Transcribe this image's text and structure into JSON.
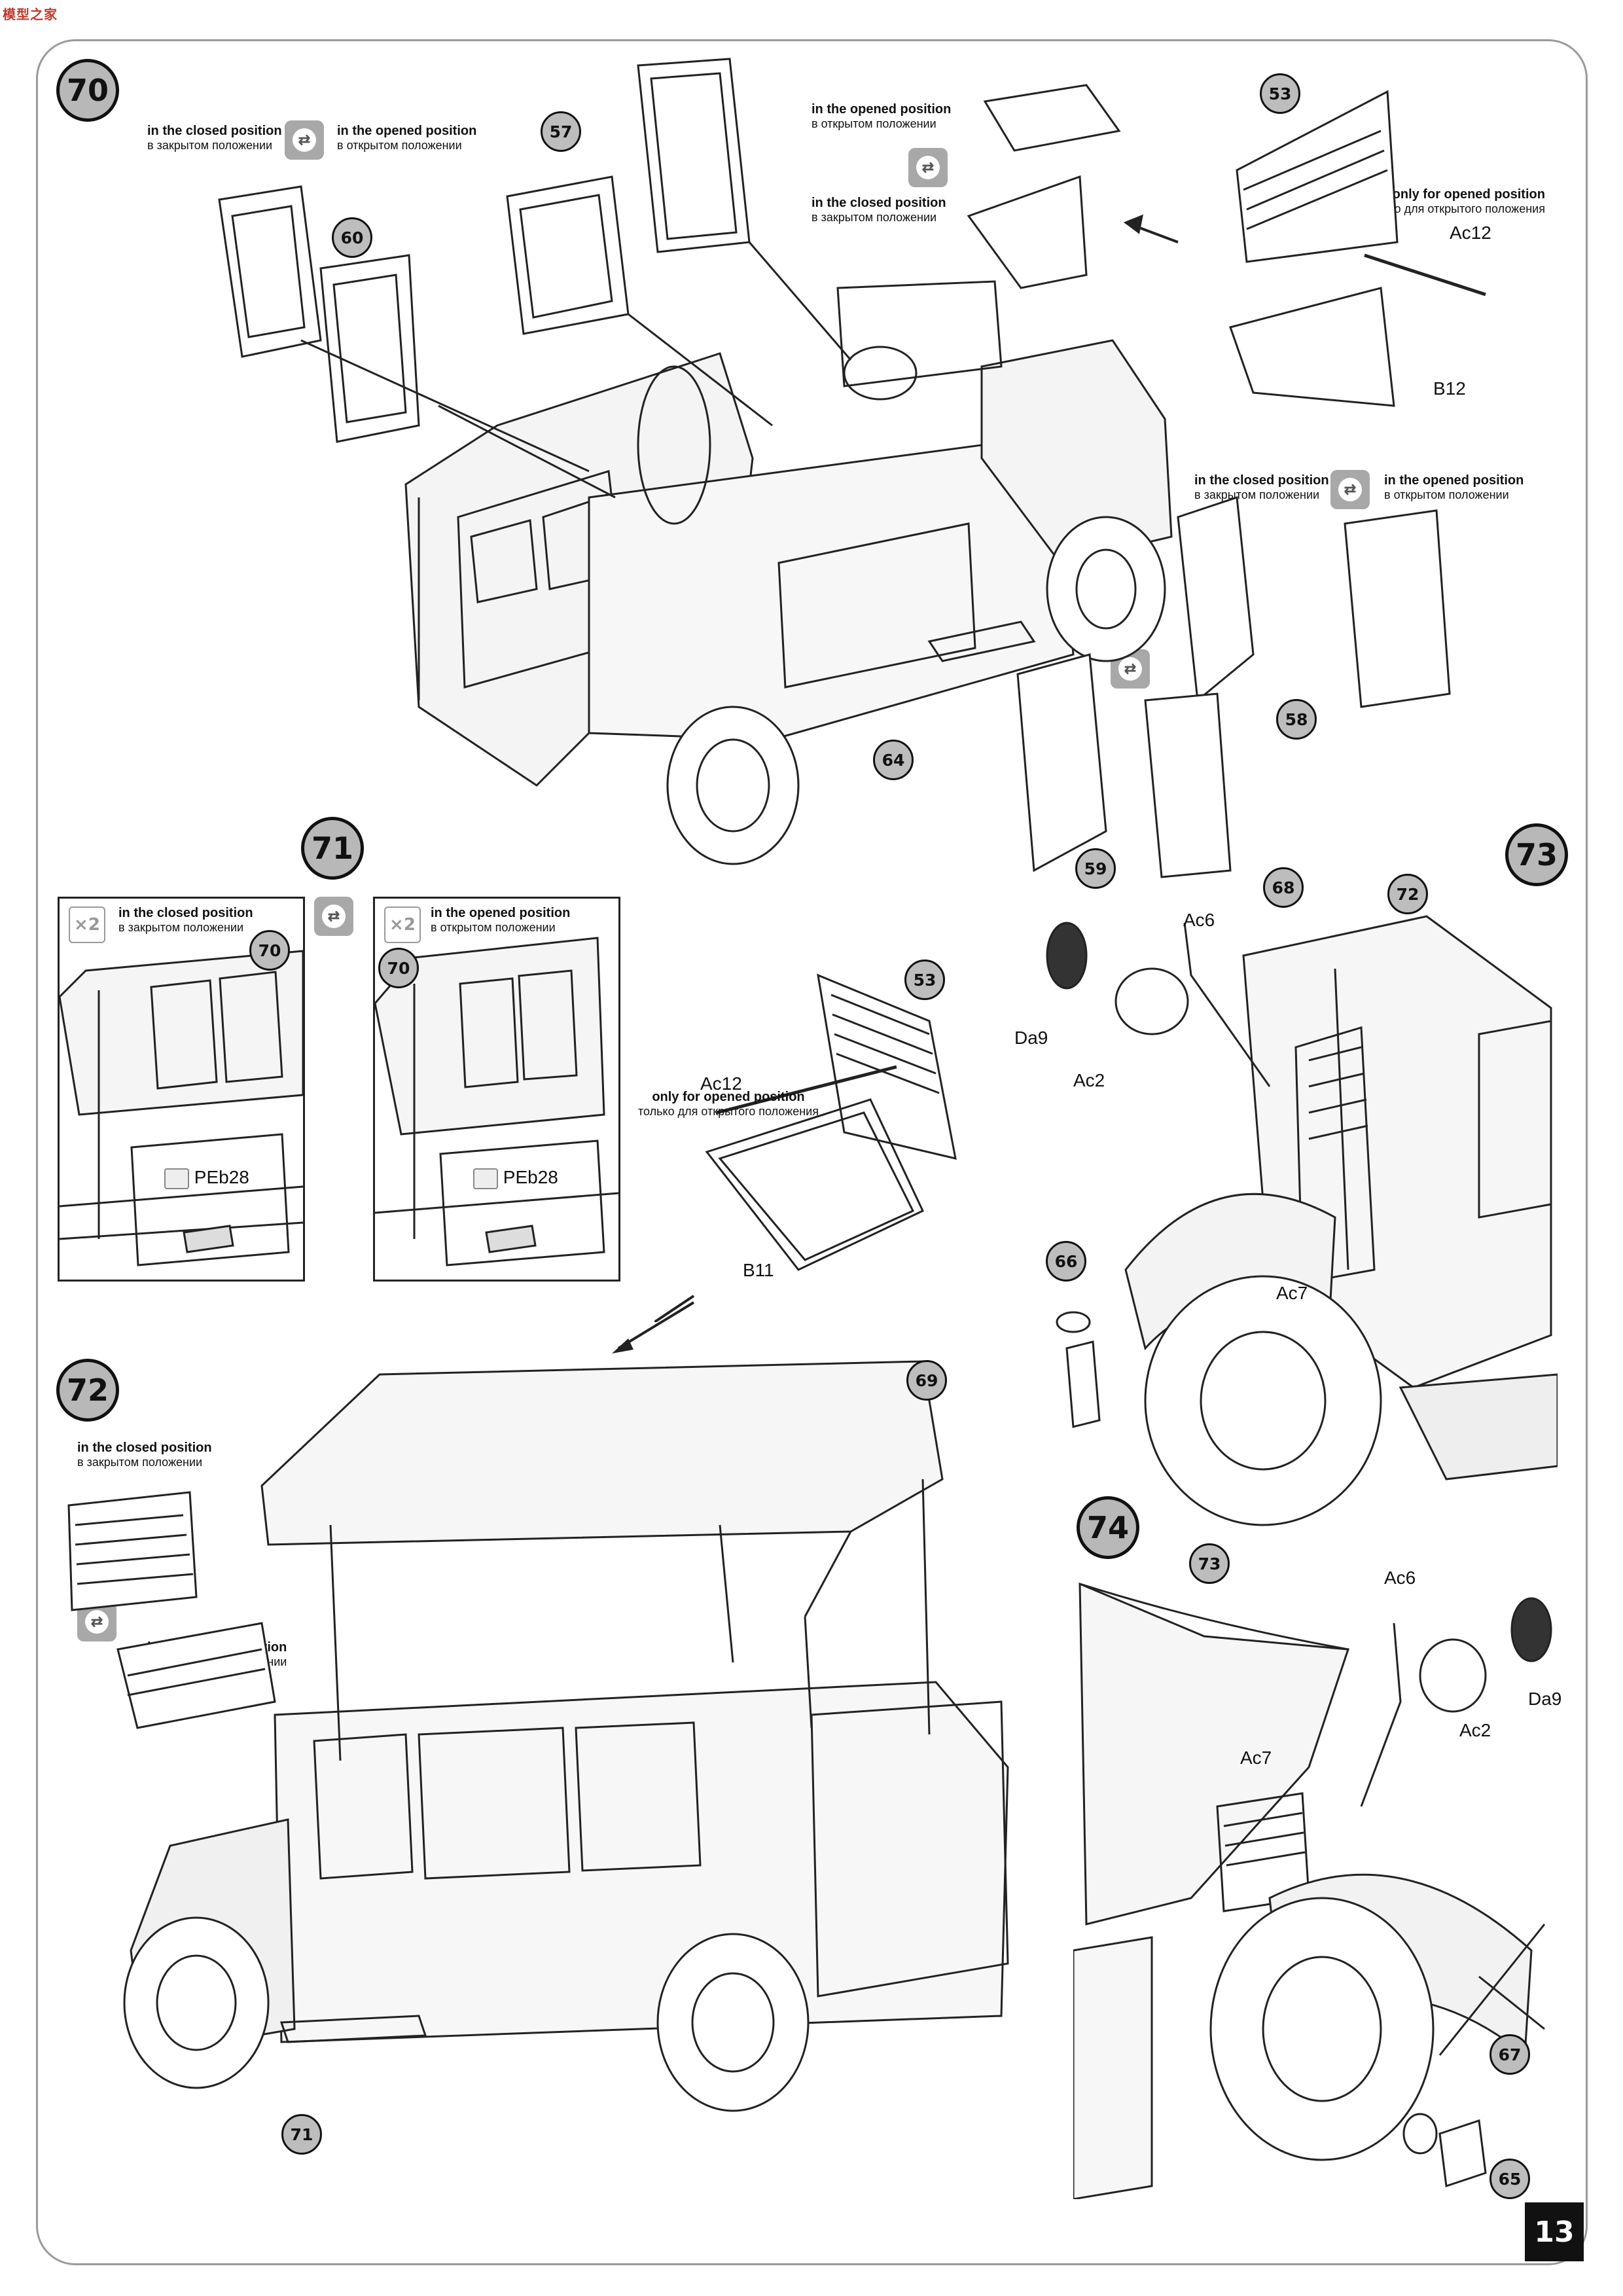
{
  "page": {
    "number": "13",
    "corner_logo": "模型之家"
  },
  "text": {
    "closed_en": "in the closed position",
    "closed_ru": "в закрытом положении",
    "opened_en": "in the opened position",
    "opened_ru": "в открытом положении",
    "only_opened_en": "only for opened position",
    "only_opened_ru": "только для открытого положения"
  },
  "steps": {
    "s70": "70",
    "s71": "71",
    "s72": "72",
    "s73": "73",
    "s74": "74"
  },
  "parts": {
    "p53": "53",
    "p57": "57",
    "p58": "58",
    "p59": "59",
    "p60": "60",
    "p64": "64",
    "p65": "65",
    "p66": "66",
    "p67": "67",
    "p68": "68",
    "p69": "69",
    "p70": "70",
    "p71": "71",
    "p72": "72",
    "p73": "73"
  },
  "labels": {
    "ac12": "Ac12",
    "b12": "B12",
    "b11": "B11",
    "peb28": "PEb28",
    "ac6": "Ac6",
    "ac2": "Ac2",
    "ac7": "Ac7",
    "da9": "Da9"
  },
  "icons": {
    "step_badge": "step-number-circle",
    "part_callout": "part-number-circle",
    "swap": "alternative-position-icon",
    "multiplier": "x2-icon",
    "eyelet": "photo-etch-part-icon"
  }
}
